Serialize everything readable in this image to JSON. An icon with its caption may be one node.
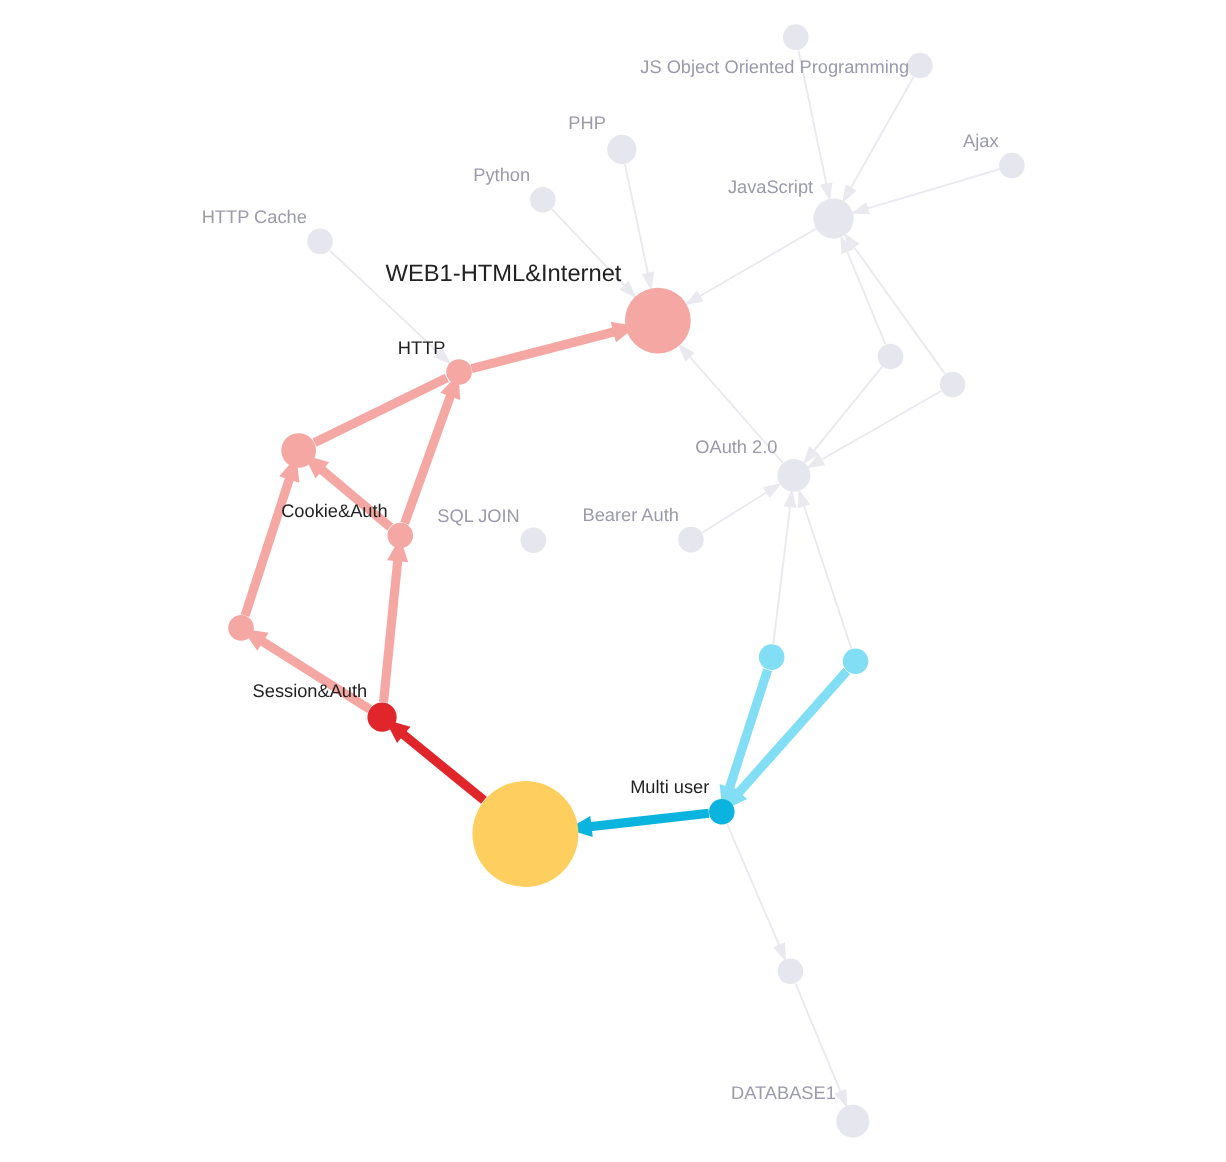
{
  "diagram": {
    "nodes": [
      {
        "text": [],
        "shape": "circle"
      },
      {
        "text": [],
        "shape": "circle"
      },
      {
        "text": [],
        "shape": "circle"
      },
      {
        "text": [],
        "shape": "circle"
      },
      {
        "text": [
          "JavaScript"
        ]
      },
      {
        "text": [
          "JS Object Oriented Programming"
        ]
      },
      {
        "text": [
          "Multi user"
        ]
      },
      {
        "text": [
          "OAuth 2.0"
        ]
      },
      {
        "text": [
          "Python"
        ]
      },
      {
        "text": [],
        "shape": "circle"
      },
      {
        "text": [],
        "shape": "circle"
      },
      {
        "text": [
          "Bearer Auth"
        ]
      },
      {
        "text": [
          "Ajax"
        ]
      },
      {
        "text": [],
        "shape": "circle"
      },
      {
        "text": [
          "WEB1-HTML&Internet"
        ]
      },
      {
        "text": [
          "Session&Auth"
        ]
      },
      {
        "text": [
          "DATABASE1"
        ]
      },
      {
        "text": [
          "Cookie&Auth"
        ]
      },
      {
        "text": [
          "HTTP"
        ]
      },
      {
        "text": [
          "SQL JOIN"
        ]
      },
      {
        "text": [
          "PHP"
        ]
      },
      {
        "text": [],
        "shape": "circle"
      },
      {
        "text": [],
        "shape": "circle"
      },
      {
        "text": [
          "HTTP Cache"
        ]
      }
    ],
    "edges": [
      {
        "from": 2,
        "to": 6,
        "arrow": "to",
        "style": "thick",
        "color": "#82def5"
      },
      {
        "from": 13,
        "to": 6,
        "arrow": "to",
        "style": "thick",
        "color": "#82def5"
      },
      {
        "from": 6,
        "to": 9,
        "arrow": "to",
        "style": "thick",
        "color": "#0ab4de"
      },
      {
        "from": 9,
        "to": 15,
        "arrow": "to",
        "style": "thick",
        "color": "#e0262a"
      },
      {
        "from": 15,
        "to": 17,
        "arrow": "to",
        "style": "thick",
        "color": "#f4a7a3"
      },
      {
        "from": 15,
        "to": 22,
        "arrow": "to",
        "style": "thick",
        "color": "#f4a7a3"
      },
      {
        "from": 17,
        "to": 18,
        "arrow": "to",
        "style": "thick",
        "color": "#f4a7a3"
      },
      {
        "from": 17,
        "to": 21,
        "arrow": "to",
        "style": "thick",
        "color": "#f4a7a3"
      },
      {
        "from": 22,
        "to": 21,
        "arrow": "to",
        "style": "thick",
        "color": "#f4a7a3"
      },
      {
        "from": 21,
        "to": 18,
        "arrow": "none",
        "style": "thick",
        "color": "#f4a7a3"
      },
      {
        "from": 18,
        "to": 14,
        "arrow": "to",
        "style": "thick",
        "color": "#f4a7a3"
      },
      {
        "from": 0,
        "to": 4,
        "arrow": "to",
        "color": "#e9e9ef"
      },
      {
        "from": 1,
        "to": 4,
        "arrow": "to",
        "color": "#e9e9ef"
      },
      {
        "from": 1,
        "to": 7,
        "arrow": "to",
        "color": "#e9e9ef"
      },
      {
        "from": 3,
        "to": 4,
        "arrow": "to",
        "color": "#e9e9ef"
      },
      {
        "from": 3,
        "to": 7,
        "arrow": "to",
        "color": "#e9e9ef"
      },
      {
        "from": 5,
        "to": 4,
        "arrow": "to",
        "color": "#e9e9ef"
      },
      {
        "from": 12,
        "to": 4,
        "arrow": "to",
        "color": "#e9e9ef"
      },
      {
        "from": 2,
        "to": 7,
        "arrow": "to",
        "color": "#e9e9ef"
      },
      {
        "from": 13,
        "to": 7,
        "arrow": "to",
        "color": "#e9e9ef"
      },
      {
        "from": 6,
        "to": 10,
        "arrow": "to",
        "color": "#e9e9ef"
      },
      {
        "from": 10,
        "to": 16,
        "arrow": "to",
        "color": "#e9e9ef"
      },
      {
        "from": 8,
        "to": 14,
        "arrow": "to",
        "color": "#e9e9ef"
      },
      {
        "from": 7,
        "to": 14,
        "arrow": "to",
        "color": "#e9e9ef"
      },
      {
        "from": 11,
        "to": 7,
        "arrow": "to",
        "color": "#e9e9ef"
      },
      {
        "from": 4,
        "to": 14,
        "arrow": "to",
        "color": "#e9e9ef"
      },
      {
        "from": 23,
        "to": 18,
        "arrow": "to",
        "color": "#e9e9ef"
      },
      {
        "from": 20,
        "to": 14,
        "arrow": "to",
        "color": "#e9e9ef"
      }
    ]
  }
}
